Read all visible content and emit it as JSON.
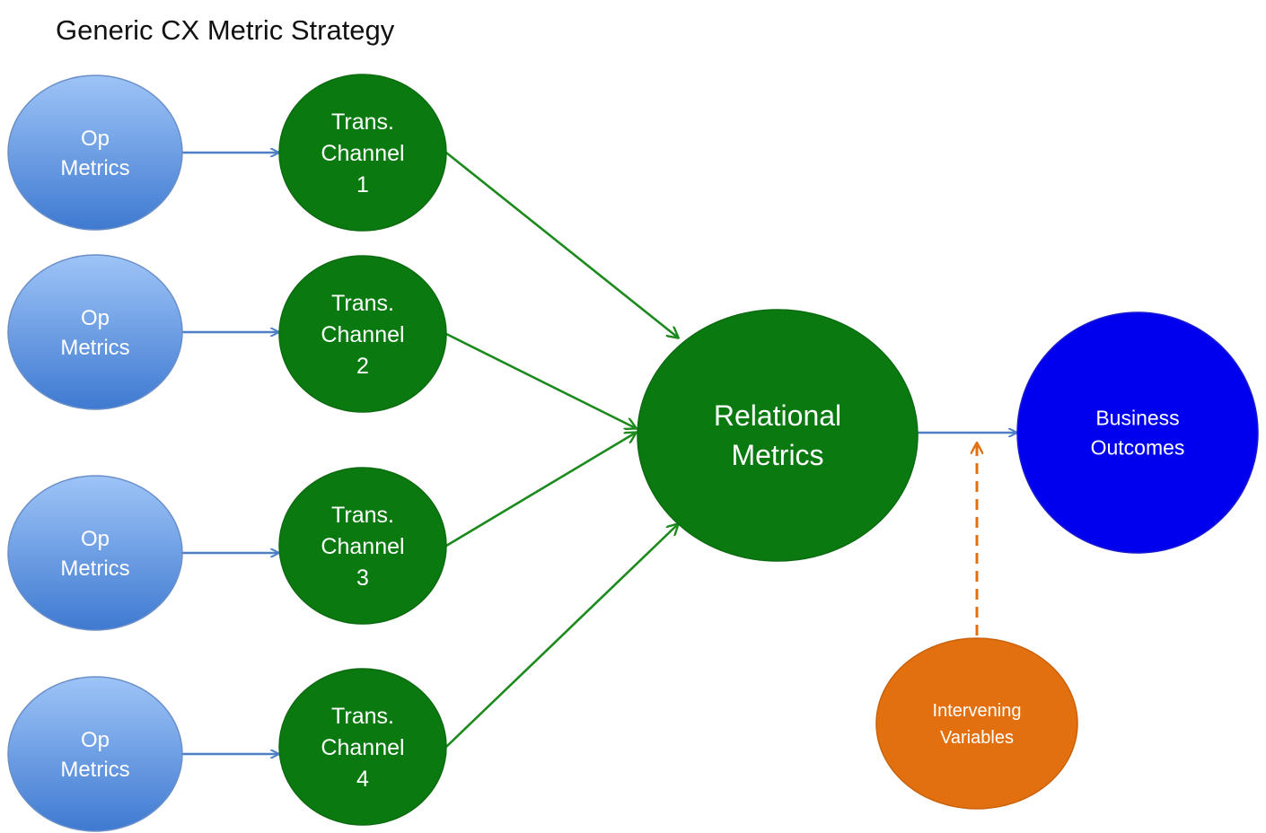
{
  "title": "Generic CX Metric Strategy",
  "colors": {
    "op_light": "#9ec4f7",
    "op_dark": "#3f7ad1",
    "channel": "#0a7a10",
    "relational": "#0a7a10",
    "outcomes": "#0000ee",
    "intervening": "#e2700f",
    "arrow_blue": "#4d7fc6",
    "arrow_green": "#1c8a1c",
    "arrow_orange": "#e2700f"
  },
  "op_metrics": [
    {
      "lines": [
        "Op",
        "Metrics"
      ]
    },
    {
      "lines": [
        "Op",
        "Metrics"
      ]
    },
    {
      "lines": [
        "Op",
        "Metrics"
      ]
    },
    {
      "lines": [
        "Op",
        "Metrics"
      ]
    }
  ],
  "channels": [
    {
      "lines": [
        "Trans.",
        "Channel",
        "1"
      ]
    },
    {
      "lines": [
        "Trans.",
        "Channel",
        "2"
      ]
    },
    {
      "lines": [
        "Trans.",
        "Channel",
        "3"
      ]
    },
    {
      "lines": [
        "Trans.",
        "Channel",
        "4"
      ]
    }
  ],
  "relational": {
    "lines": [
      "Relational",
      "Metrics"
    ]
  },
  "outcomes": {
    "lines": [
      "Business",
      "Outcomes"
    ]
  },
  "intervening": {
    "lines": [
      "Intervening",
      "Variables"
    ]
  }
}
